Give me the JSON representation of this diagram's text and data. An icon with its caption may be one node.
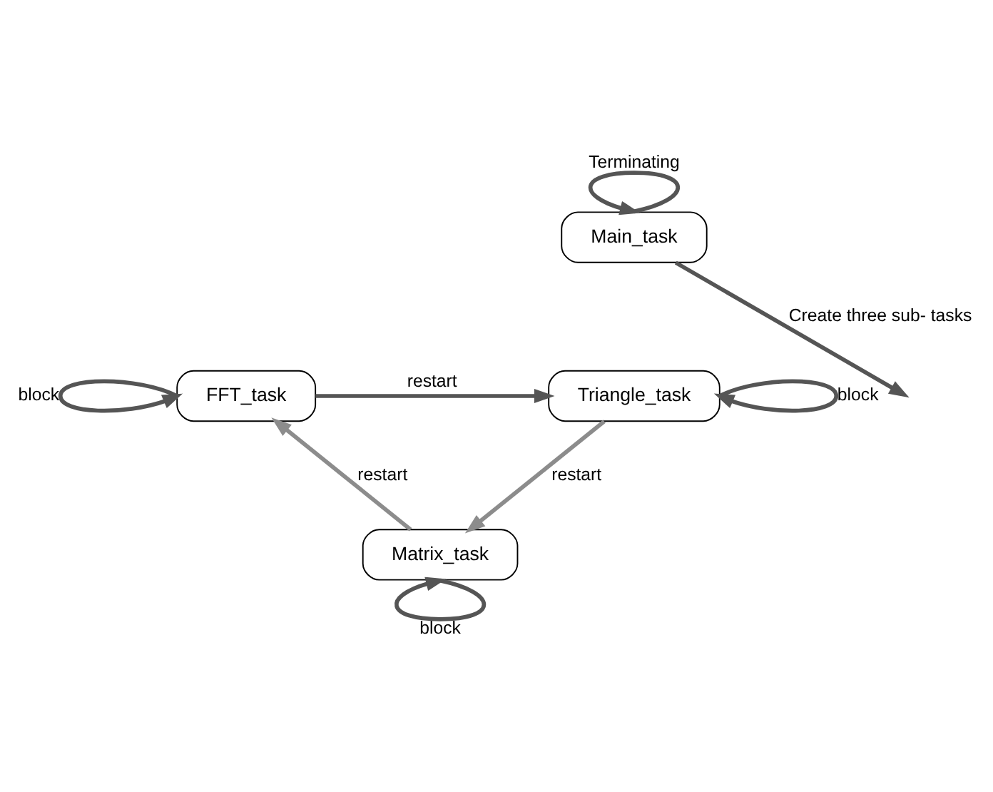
{
  "diagram": {
    "nodes": [
      {
        "text": [
          "Main_task"
        ]
      },
      {
        "text": [
          "FFT_task"
        ]
      },
      {
        "text": [
          "Triangle_task"
        ]
      },
      {
        "text": [
          "Matrix_task"
        ]
      }
    ],
    "edges": [
      {
        "from": 0,
        "to": 0,
        "arrow": "to",
        "label": "Terminating"
      },
      {
        "from": 0,
        "to": null,
        "arrow": "to",
        "label": "Create three sub- tasks"
      },
      {
        "from": 1,
        "to": 2,
        "arrow": "to",
        "label": "restart"
      },
      {
        "from": 1,
        "to": 1,
        "arrow": "to",
        "label": "block"
      },
      {
        "from": 2,
        "to": 2,
        "arrow": "to",
        "label": "block"
      },
      {
        "from": 2,
        "to": 3,
        "arrow": "to",
        "label": "restart",
        "color": "#8c8c8c"
      },
      {
        "from": 3,
        "to": 1,
        "arrow": "to",
        "label": "restart",
        "color": "#8c8c8c"
      },
      {
        "from": 3,
        "to": 3,
        "arrow": "to",
        "label": "block"
      }
    ]
  }
}
